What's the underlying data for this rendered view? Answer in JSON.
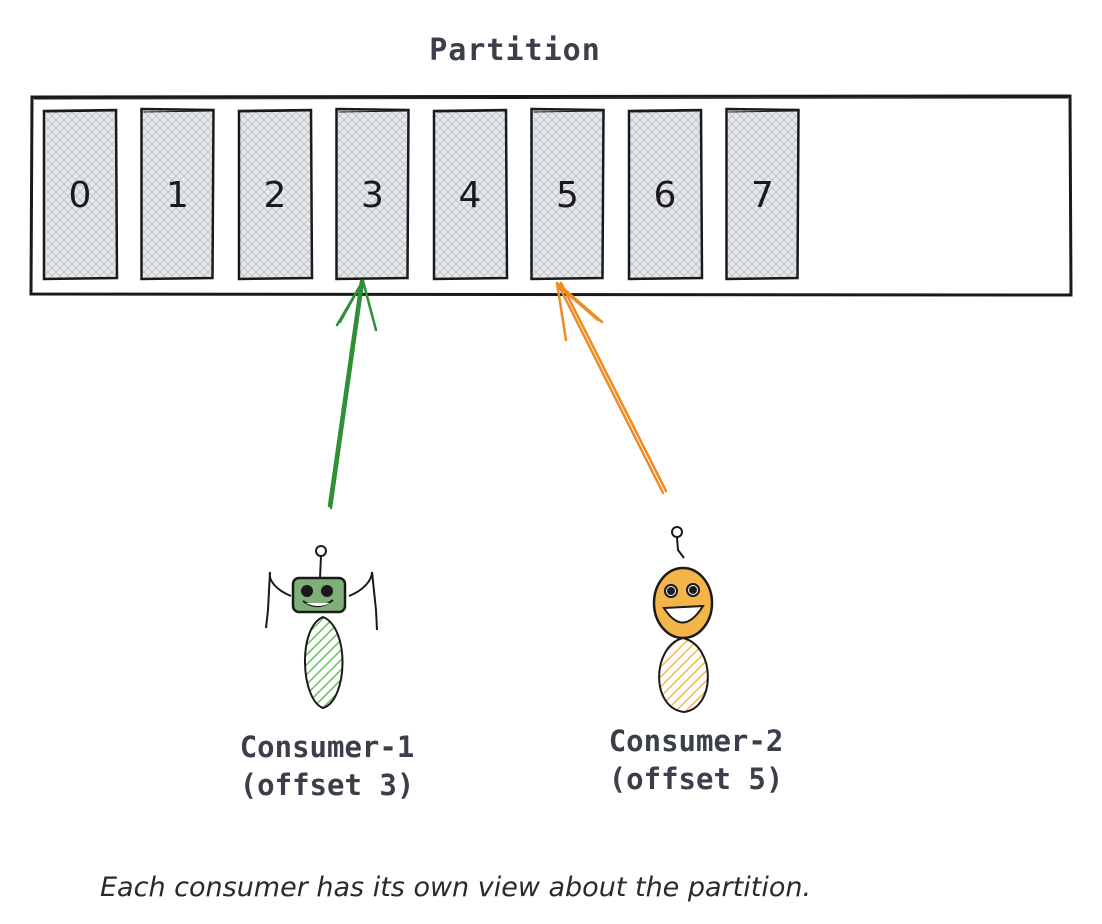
{
  "title": "Partition",
  "partition": {
    "offsets": [
      "0",
      "1",
      "2",
      "3",
      "4",
      "5",
      "6",
      "7"
    ],
    "cell_fill": "#e3e6ea",
    "stroke": "#1a1a1a"
  },
  "consumers": [
    {
      "name": "Consumer-1",
      "offset_label": "(offset 3)",
      "offset": 3,
      "color": "#2f8f35",
      "body_fill": "#b9e6b4",
      "icon": "robot-icon"
    },
    {
      "name": "Consumer-2",
      "offset_label": "(offset 5)",
      "offset": 5,
      "color": "#f08a24",
      "body_fill": "#ffd99a",
      "icon": "smiley-robot-icon"
    }
  ],
  "caption": "Each consumer has its own view about the partition."
}
